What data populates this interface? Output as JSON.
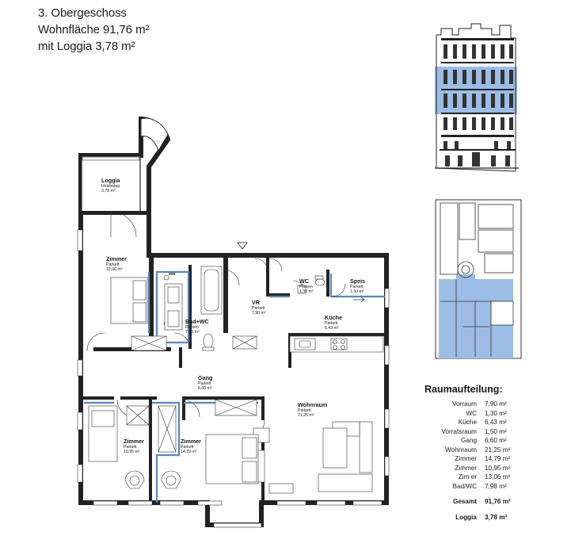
{
  "header": {
    "floor": "3. Obergeschoss",
    "area": "Wohnfläche 91,76 m²",
    "loggia": "mit Loggia 3,78 m²"
  },
  "rooms": {
    "loggia": {
      "name": "Loggia",
      "floor": "Holzbelag",
      "area": "3,78 m²"
    },
    "zimmer_top": {
      "name": "Zimmer",
      "floor": "Parkett",
      "area": "13,06 m²"
    },
    "wm": "WM",
    "bad_wc": {
      "name": "Bad+WC",
      "floor": "Fliesen",
      "area": "7,98 m²"
    },
    "vr": {
      "name": "VR",
      "floor": "Parkett",
      "area": "7,90 m²"
    },
    "wc": {
      "name": "WC",
      "floor": "Fliesen",
      "area": "1,30 m²"
    },
    "speis": {
      "name": "Speis",
      "floor": "Parkett",
      "area": "1,50 m²"
    },
    "kueche": {
      "name": "Küche",
      "floor": "Parkett",
      "area": "6,43 m²"
    },
    "gang": {
      "name": "Gang",
      "floor": "Parkett",
      "area": "6,60 m²"
    },
    "wohnraum": {
      "name": "Wohnraum",
      "floor": "Parkett",
      "area": "21,26 m²"
    },
    "zimmer_left": {
      "name": "Zimmer",
      "floor": "Parkett",
      "area": "10,95 m²"
    },
    "zimmer_mid": {
      "name": "Zimmer",
      "floor": "Parkett",
      "area": "14,79 m²"
    }
  },
  "room_table": {
    "title": "Raumaufteilung:",
    "rows": [
      {
        "label": "Vorraum",
        "value": "7,90 m²"
      },
      {
        "label": "WC",
        "value": "1,30 m²"
      },
      {
        "label": "Küche",
        "value": "6,43 m²"
      },
      {
        "label": "Vorratsraum",
        "value": "1,50 m²"
      },
      {
        "label": "Gang",
        "value": "6,60 m²"
      },
      {
        "label": "Wohnraum",
        "value": "21,25 m²"
      },
      {
        "label": "Zimmer",
        "value": "14,79 m²"
      },
      {
        "label": "Zimmer",
        "value": "10,95 m²"
      },
      {
        "label": "Zim er",
        "value": "13,06 m²"
      },
      {
        "label": "Bad/WC",
        "value": "7,98 m²"
      }
    ],
    "total_label": "Gesamt",
    "total_value": "91,76 m²",
    "loggia_label": "Loggia",
    "loggia_value": "3,78 m²"
  },
  "colors": {
    "highlight": "#9dbde6",
    "walls": "#222222",
    "accent_line": "#5a86b5"
  }
}
